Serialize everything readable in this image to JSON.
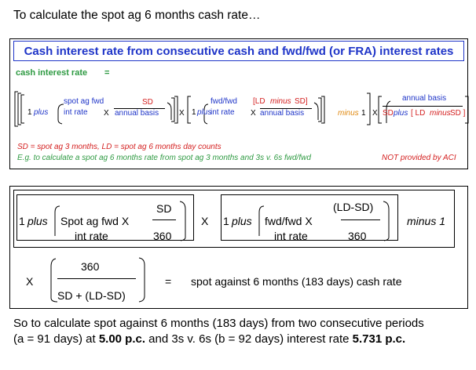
{
  "intro": "To calculate the spot ag 6 months cash rate…",
  "formula_panel": {
    "title": "Cash interest rate from consecutive cash and fwd/fwd (or FRA) interest rates",
    "label": "cash interest rate",
    "equals": "=",
    "term1": {
      "one_plus": "1",
      "plus_word": "plus",
      "rate_line1": "spot ag fwd",
      "rate_line2": "int rate",
      "times": "X",
      "num": "SD",
      "den": "annual basis"
    },
    "join_x": "X",
    "term2": {
      "one_plus": "1",
      "plus_word": "plus",
      "rate_line1": "fwd/fwd",
      "rate_line2": "int rate",
      "times": "X",
      "num_open": "[LD",
      "num_minus": "minus",
      "num_close": "SD]",
      "den": "annual basis"
    },
    "minus_word": "minus",
    "minus_one": "1",
    "times_final": "X",
    "final_num": "annual basis",
    "final_den_sd": "SD",
    "final_den_plus": "plus",
    "final_den_open": "[ LD",
    "final_den_minus": "minus",
    "final_den_close": "SD ]",
    "note_counts": "SD = spot ag 3 months, LD = spot ag 6 months day counts",
    "note_example": "E.g. to calculate a spot ag 6 months rate from spot ag 3 months and 3s v. 6s fwd/fwd",
    "note_aci": "NOT provided by ACI"
  },
  "computation_panel": {
    "term1": {
      "one": "1",
      "plus_word": "plus",
      "line1": "Spot ag fwd X",
      "line2": "int rate",
      "num": "SD",
      "den": "360"
    },
    "join_x": "X",
    "term2": {
      "one": "1",
      "plus_word": "plus",
      "line1": "fwd/fwd X",
      "line2": "int rate",
      "num": "(LD-SD)",
      "den": "360"
    },
    "minus_text": "minus 1",
    "times": "X",
    "frac_num": "360",
    "frac_den": "SD + (LD-SD)",
    "equals": "=",
    "result": "spot against 6 months (183 days) cash rate"
  },
  "outro": {
    "line1": "So to calculate spot against 6 months (183 days) from two consecutive periods",
    "line2_pre": "(a = 91 days) at ",
    "rate_a": "5.00 p.c.",
    "line2_mid": " and 3s v. 6s (b = 92 days) interest rate ",
    "rate_b": "5.731 p.c."
  },
  "colors": {
    "title_blue": "#1f35c8",
    "green": "#2e9a42",
    "red": "#d42020",
    "orange": "#e08a12"
  }
}
